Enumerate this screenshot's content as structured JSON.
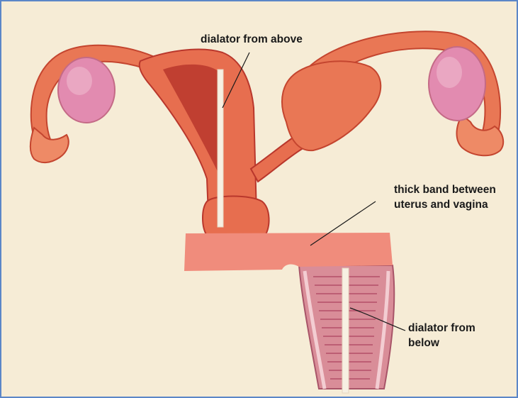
{
  "labels": {
    "above": "dialator from above",
    "band_line1": "thick band between",
    "band_line2": "uterus and vagina",
    "below_line1": "dialator from",
    "below_line2": "below"
  },
  "colors": {
    "background": "#f6ecd6",
    "tissue": "#e76e4f",
    "tissue_dark": "#b9372c",
    "ovary": "#e28bb0",
    "band": "#f08c7c",
    "dialator": "#f7f0e2",
    "vagina": "#d98d98",
    "frame": "#5b86c8"
  }
}
